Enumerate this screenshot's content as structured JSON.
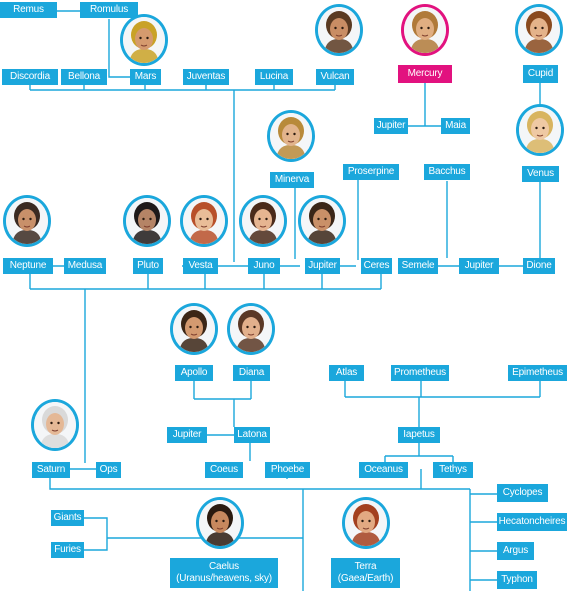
{
  "colors": {
    "line": "#1ba7dc",
    "box": "#1ba7dc",
    "highlight": "#e2127f",
    "text": "#ffffff"
  },
  "boxes": {
    "remus": "Remus",
    "romulus": "Romulus",
    "discordia": "Discordia",
    "bellona": "Bellona",
    "mars": "Mars",
    "juventas": "Juventas",
    "lucina": "Lucina",
    "vulcan": "Vulcan",
    "mercury": "Mercury",
    "cupid": "Cupid",
    "jupiter_maia": "Jupiter",
    "maia": "Maia",
    "minerva": "Minerva",
    "proserpine": "Proserpine",
    "bacchus": "Bacchus",
    "venus": "Venus",
    "neptune": "Neptune",
    "medusa": "Medusa",
    "pluto": "Pluto",
    "vesta": "Vesta",
    "juno": "Juno",
    "jupiter": "Jupiter",
    "ceres": "Ceres",
    "semele": "Semele",
    "jupiter_semele": "Jupiter",
    "dione": "Dione",
    "apollo": "Apollo",
    "diana": "Diana",
    "atlas": "Atlas",
    "prometheus": "Prometheus",
    "epimetheus": "Epimetheus",
    "jupiter_latona": "Jupiter",
    "latona": "Latona",
    "iapetus": "Iapetus",
    "saturn": "Saturn",
    "ops": "Ops",
    "coeus": "Coeus",
    "phoebe": "Phoebe",
    "oceanus": "Oceanus",
    "tethys": "Tethys",
    "cyclopes": "Cyclopes",
    "hecatoncheires": "Hecatoncheires",
    "argus": "Argus",
    "typhon": "Typhon",
    "giants": "Giants",
    "furies": "Furies",
    "caelus_1": "Caelus",
    "caelus_2": "(Uranus/heavens, sky)",
    "terra_1": "Terra",
    "terra_2": "(Gaea/Earth)"
  },
  "portraits": [
    "mars-portrait",
    "vulcan-portrait",
    "mercury-portrait",
    "cupid-portrait",
    "minerva-portrait",
    "venus-portrait",
    "neptune-portrait",
    "pluto-portrait",
    "vesta-portrait",
    "juno-portrait",
    "jupiter-portrait",
    "apollo-portrait",
    "diana-portrait",
    "saturn-portrait",
    "caelus-portrait",
    "terra-portrait"
  ]
}
